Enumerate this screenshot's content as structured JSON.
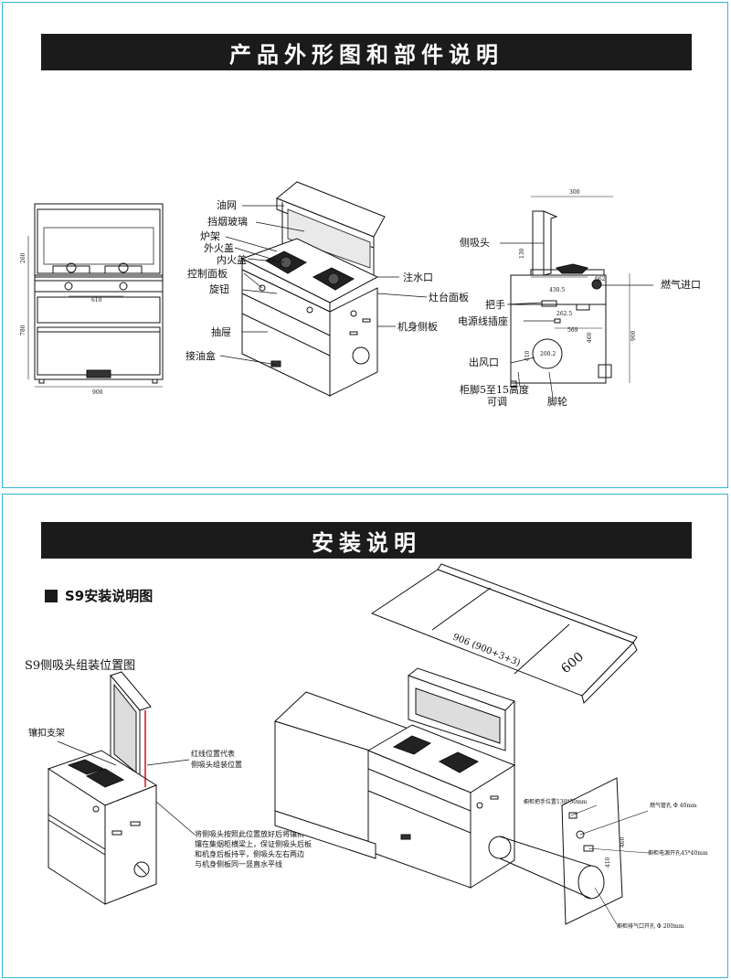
{
  "section1": {
    "title": "产品外形图和部件说明",
    "front_dims": {
      "height_top": "260",
      "height_body": "780",
      "burner_gap": "610",
      "width": "900"
    },
    "parts": {
      "oil_net": "油网",
      "glass": "挡烟玻璃",
      "stove_rack": "炉架",
      "outer_cap": "外火盖",
      "inner_cap": "内火盖",
      "control_panel": "控制面板",
      "knob": "旋钮",
      "drawer": "抽屉",
      "oil_box": "接油盒",
      "water_inlet": "注水口",
      "stove_panel": "灶台面板",
      "side_panel": "机身侧板"
    },
    "side_labels": {
      "side_hood": "侧吸头",
      "handle": "把手",
      "power_socket": "电源线插座",
      "air_outlet": "出风口",
      "feet": "柜脚5至15高度",
      "feet2": "可调",
      "wheel": "脚轮",
      "gas_inlet": "燃气进口"
    },
    "side_dims": {
      "top": "300",
      "d1": "130",
      "d2": "430.5",
      "d3": "662",
      "d4": "262.5",
      "d5": "569",
      "d6": "900",
      "d7": "460",
      "d8": "410",
      "d9": "200.2"
    }
  },
  "section2": {
    "title": "安装说明",
    "subtitle": "S9安装说明图",
    "sub_diagram_title": "S9侧吸头组装位置图",
    "bracket": "镶扣支架",
    "red_line_note1": "红线位置代表",
    "red_line_note2": "侧吸头组装位置",
    "install_note": [
      "将侧吸头按照此位置放好后将镶扣",
      "镶在集烟柜横梁上，保证侧吸头后板",
      "和机身后板持平，侧吸头左右两边",
      "与机身侧板同一竖直水平线"
    ],
    "counter_dim": "906 (900+3+3)",
    "counter_depth": "600",
    "cabinet_notes": {
      "handle_pos": "橱柜把手位置130*50mm",
      "gas_hole": "燃气管孔 Φ 40mm",
      "power_hole": "橱柜电源开孔45*40mm",
      "exhaust_hole": "橱柜排气口开孔 Φ 200mm"
    },
    "cabinet_dims": {
      "a": "410",
      "b": "460"
    }
  }
}
